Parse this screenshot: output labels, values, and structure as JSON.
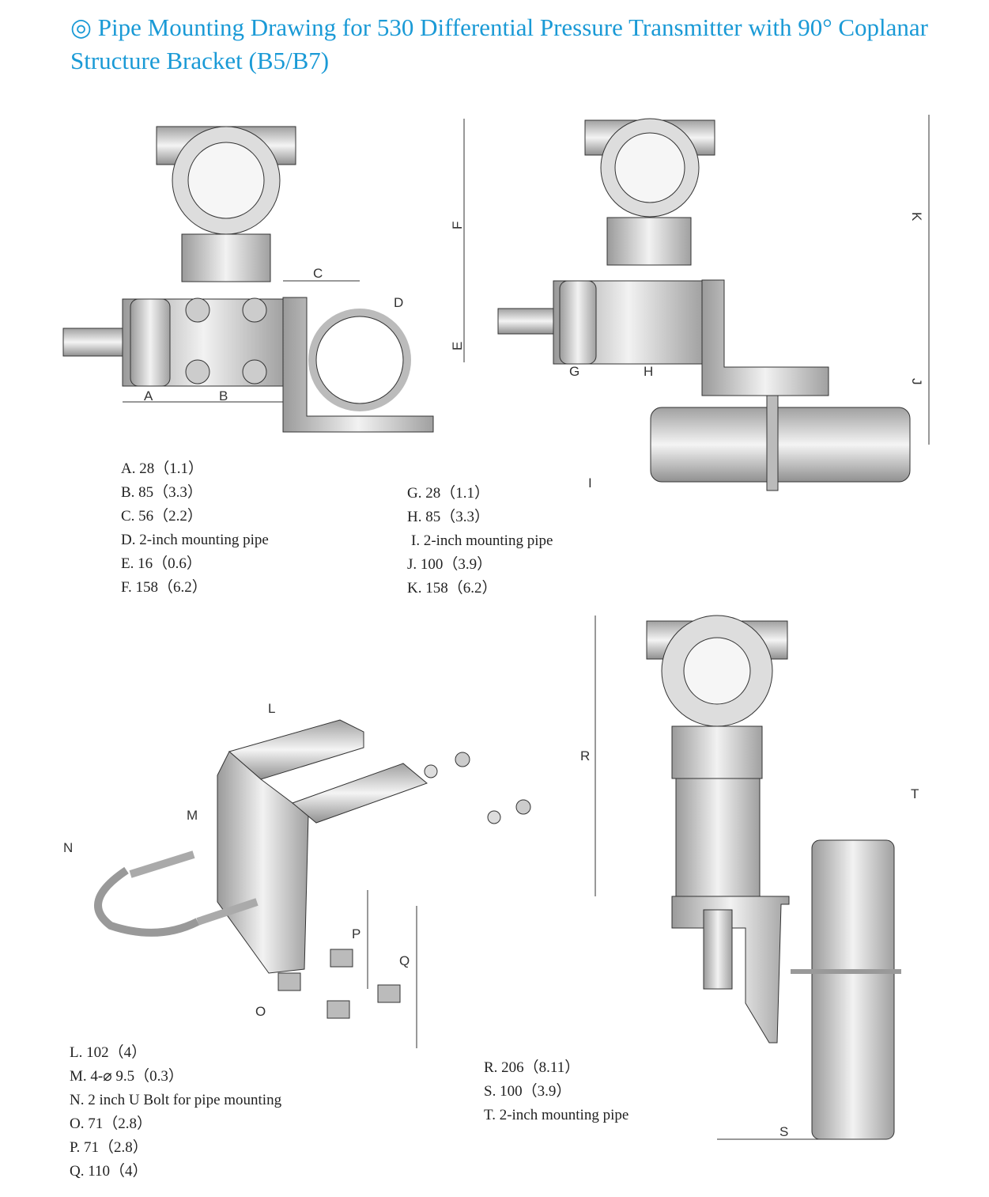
{
  "title": "◎ Pipe Mounting Drawing for 530 Differential Pressure Transmitter with 90° Coplanar Structure Bracket (B5/B7)",
  "diagram_labels": {
    "A": "A",
    "B": "B",
    "C": "C",
    "D": "D",
    "E": "E",
    "F": "F",
    "G": "G",
    "H": "H",
    "I": "I",
    "J": "J",
    "K": "K",
    "L": "L",
    "M": "M",
    "N": "N",
    "O": "O",
    "P": "P",
    "Q": "Q",
    "R": "R",
    "S": "S",
    "T": "T"
  },
  "legend_1": [
    "A. 28（1.1）",
    "B. 85（3.3）",
    "C. 56（2.2）",
    "D. 2-inch mounting pipe",
    "E. 16（0.6）",
    "F. 158（6.2）"
  ],
  "legend_2": [
    "G. 28（1.1）",
    "H. 85（3.3）",
    "I. 2-inch mounting pipe",
    "J. 100（3.9）",
    "K. 158（6.2）"
  ],
  "legend_3": [
    "L. 102（4）",
    "M. 4-⌀ 9.5（0.3）",
    "N. 2 inch U Bolt for pipe mounting",
    "O. 71（2.8）",
    "P. 71（2.8）",
    "Q. 110（4）"
  ],
  "legend_4": [
    "R. 206（8.11）",
    "S. 100（3.9）",
    "T. 2-inch mounting pipe"
  ],
  "colors": {
    "title": "#1a9ad6",
    "metal": "#c8c8c8",
    "line": "#333333"
  }
}
